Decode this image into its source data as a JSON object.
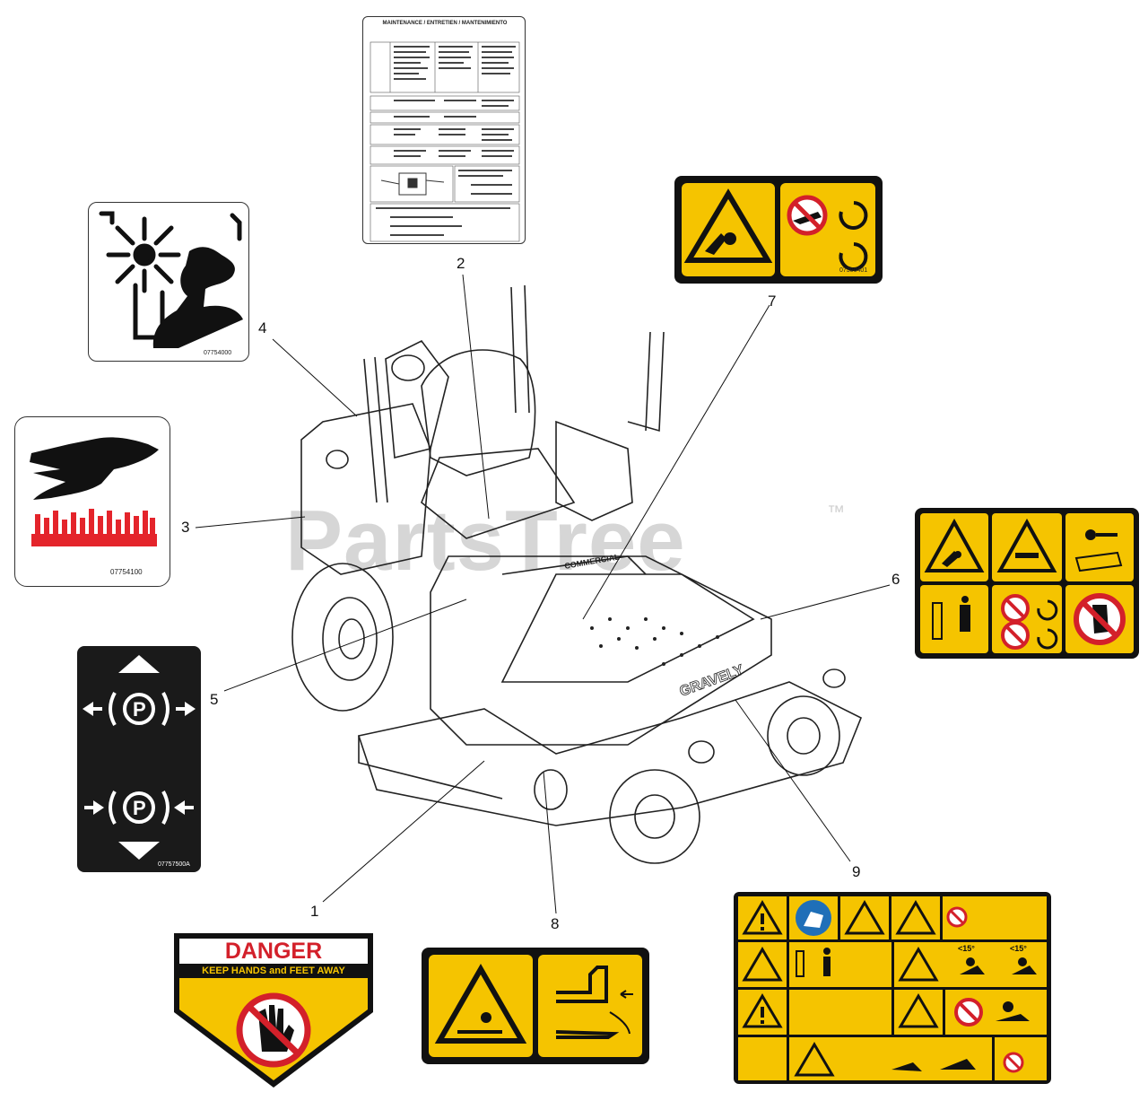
{
  "callouts": [
    "1",
    "2",
    "3",
    "4",
    "5",
    "6",
    "7",
    "8",
    "9"
  ],
  "part_numbers": {
    "hot_surface": "07754100",
    "hand_entanglement": "07754000",
    "parking_brake": "07757500A",
    "belt_entanglement": "07300401"
  },
  "danger_decal": {
    "heading": "DANGER",
    "subtext": "KEEP HANDS and FEET AWAY"
  },
  "maintenance_decal": {
    "title": "MAINTENANCE / ENTRETIEN / MANTENIMIENTO"
  },
  "slope_decal": {
    "angle_left": "<15°",
    "angle_right": "<15°"
  },
  "machine": {
    "brand": "GRAVELY",
    "model_badge": "COMMERCIAL"
  },
  "watermark": {
    "text": "PartsTree",
    "trademark": "™"
  },
  "colors": {
    "decal_yellow": "#f5c400",
    "danger_red": "#d3202a",
    "hot_red": "#e4242b",
    "mandatory_blue": "#1f6fb8",
    "black": "#111111"
  }
}
